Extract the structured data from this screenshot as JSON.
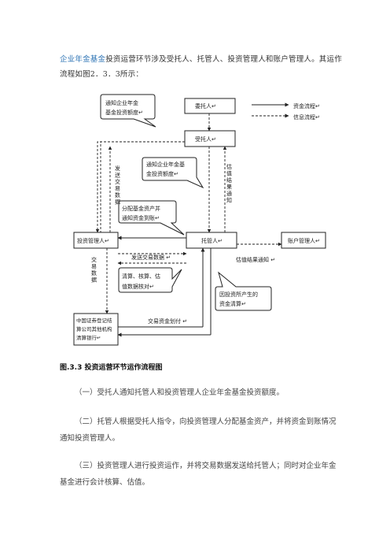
{
  "intro": {
    "link_text": "企业年金基金",
    "text": "投资运营环节涉及受托人、托管人、投资管理人和账户管理人。其运作流程如图2．3．3所示："
  },
  "diagram": {
    "nodes": {
      "weituoren": "委托人↵",
      "shoutuoren": "受托人↵",
      "touzi": "投资管理人↵",
      "tuoguan": "托管人↵",
      "zhanghu": "账户管理人↵",
      "clearing": [
        "中国证券登记结",
        "算公司其他机构",
        "清算银行↵"
      ]
    },
    "legend": {
      "funds": "资金流程↵",
      "info": "信息流程↵"
    },
    "bubbles": {
      "b1": [
        "通知企业年金",
        "基金投资额度↵"
      ],
      "b2": [
        "通知企业年金基",
        "金投资额度↵"
      ],
      "b3": [
        "分配基金资产并",
        "通知资金到账↵"
      ],
      "b4": [
        "清算、核算、估",
        "值数据核对↵"
      ],
      "b5": [
        "因投资所产生的",
        "资金清算↵"
      ]
    },
    "labels": {
      "send_trade_up": "发送交易数据",
      "valuation_up": "估值结果通知",
      "send_trade_mid": "发送交易数据 ↵",
      "valuation_notice": "估值结果通知 ↵",
      "trade_data_down": "交易数据",
      "trade_fund": "交易资金划付 ↵"
    }
  },
  "caption": "图.3.3 投资运营环节运作流程图",
  "paragraphs": [
    "（一）受托人通知托管人和投资管理人企业年金基金投资额度。",
    "（二）托管人根据受托人指令，向投资管理人分配基金资产，并将资金到账情况通知投资管理人。",
    "（三）投资管理人进行投资运作，并将交易数据发送给托管人；同时对企业年金基金进行会计核算、估值。"
  ]
}
